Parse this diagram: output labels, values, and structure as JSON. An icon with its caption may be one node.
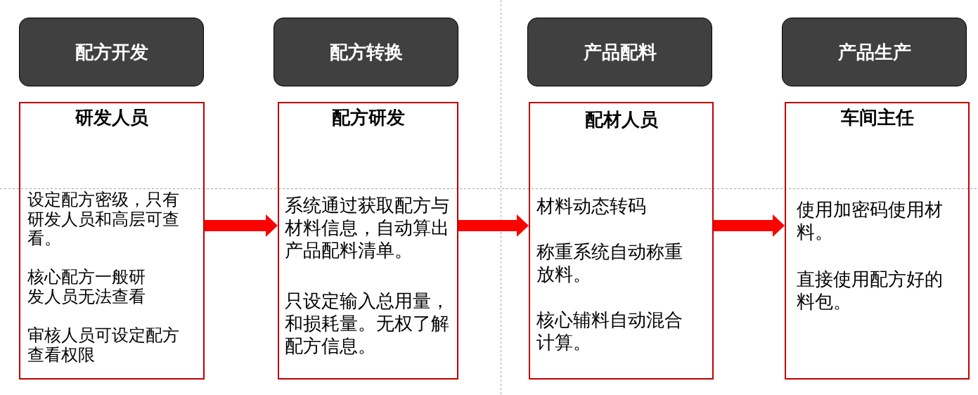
{
  "diagram": {
    "nodes": [
      {
        "text": [
          "配方开发"
        ]
      },
      {
        "text": [
          "配方转换"
        ]
      },
      {
        "text": [
          "产品配料"
        ]
      },
      {
        "text": [
          "产品生产"
        ]
      },
      {
        "text": [
          "研发人员",
          "设定配方密级，只有研发人员和高层可查看。",
          "核心配方一般研发人员无法查看",
          "审核人员可设定配方查看权限"
        ]
      },
      {
        "text": [
          "配方研发",
          "系统通过获取配方与材料信息，自动算出产品配料清单。",
          "只设定输入总用量，和损耗量。无权了解配方信息。"
        ]
      },
      {
        "text": [
          "配材人员",
          "材料动态转码",
          "称重系统自动称重放料。",
          "核心辅料自动混合计算。"
        ]
      },
      {
        "text": [
          "车间主任",
          "使用加密码使用材料。",
          "直接使用配方好的料包。"
        ]
      }
    ],
    "edges": [
      {
        "from": 4,
        "to": 5,
        "arrow": "to"
      },
      {
        "from": 5,
        "to": 6,
        "arrow": "to"
      },
      {
        "from": 6,
        "to": 7,
        "arrow": "to"
      }
    ]
  }
}
